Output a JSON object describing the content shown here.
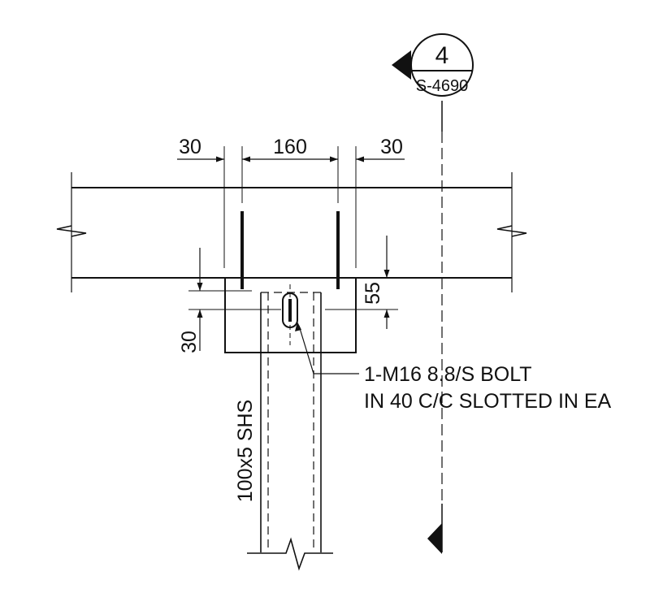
{
  "section_tag": {
    "number": "4",
    "sheet_ref": "S-4690"
  },
  "dimensions": {
    "left_edge": "30",
    "bolt_spacing": "160",
    "right_edge": "30",
    "plate_vertical": "55",
    "bolt_edge_vertical": "30"
  },
  "column_label": "100x5 SHS",
  "bolt_note": {
    "line1": "1-M16 8.8/S BOLT",
    "line2": "IN 40 C/C SLOTTED IN EA"
  },
  "colors": {
    "line": "#111111",
    "background": "#ffffff"
  }
}
